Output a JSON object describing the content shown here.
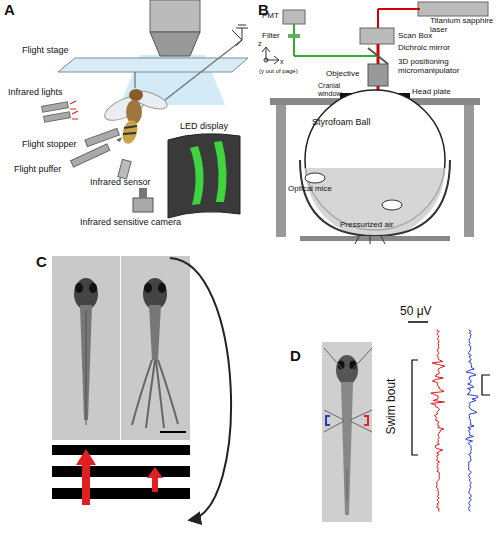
{
  "diagram": {
    "labels": [
      "A",
      "Flight stage",
      "Infrared lights",
      "Flight stopper",
      "Flight puffer",
      "Infrared sensor",
      "Infrared sensitive camera",
      "LED display",
      "B",
      "Titanium sapphire laser",
      "PMT",
      "Scan Box",
      "Filter",
      "Dichroic mirror",
      "3D positioning micromanipulator",
      "Objective",
      "z",
      "x",
      "(y out of page)",
      "Cranial window",
      "Head plate",
      "Styrofoam Ball",
      "Optical mice",
      "Pressurized air",
      "C",
      "D",
      "50 μV",
      "Swim bout"
    ]
  }
}
